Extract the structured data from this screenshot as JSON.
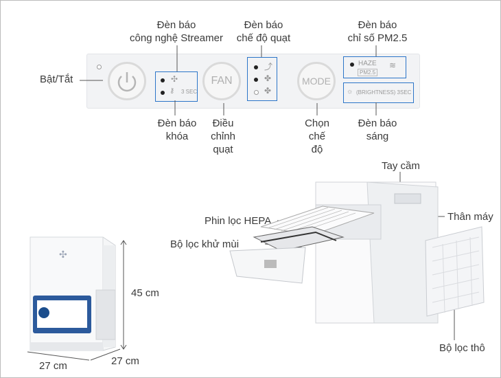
{
  "labels": {
    "streamer_indicator": [
      "Đèn báo",
      "công nghệ Streamer"
    ],
    "fan_mode_indicator": [
      "Đèn báo",
      "chế độ quạt"
    ],
    "pm25_indicator": [
      "Đèn báo",
      "chỉ số PM2.5"
    ],
    "power": "Bật/Tắt",
    "lock_indicator": [
      "Đèn báo",
      "khóa"
    ],
    "fan_adjust": [
      "Điều",
      "chỉnh",
      "quạt"
    ],
    "mode_select": [
      "Chọn",
      "chế",
      "độ"
    ],
    "light_indicator": [
      "Đèn báo",
      "sáng"
    ],
    "handle": "Tay cầm",
    "body": "Thân máy",
    "hepa": "Phin lọc HEPA",
    "deodorizing": "Bộ lọc khử mùi",
    "pre_filter": "Bộ lọc thô"
  },
  "panel": {
    "fan_button": "FAN",
    "mode_button": "MODE",
    "lock_text": "3 SEC",
    "haze_text": "HAZE",
    "pm_text": "PM2.5",
    "brightness_text": "(BRIGHTNESS) 3SEC"
  },
  "dimensions": {
    "height": "45 cm",
    "width": "27 cm",
    "depth": "27 cm"
  },
  "colors": {
    "highlight": "#2a74c8",
    "leader_line": "#555555"
  }
}
